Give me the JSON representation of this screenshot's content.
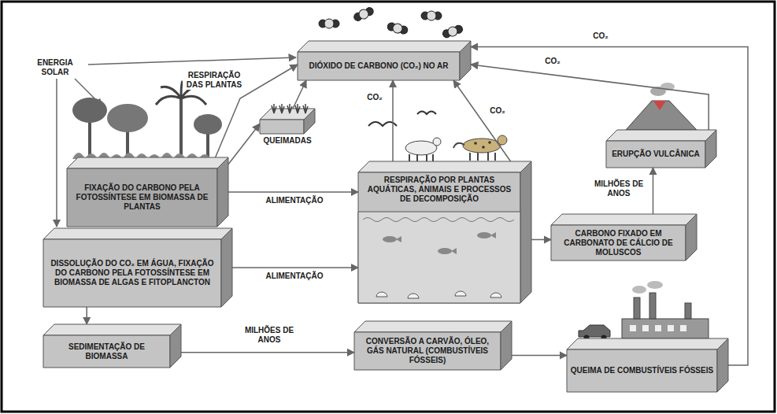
{
  "diagram": {
    "nodes": [
      {
        "text": [
          "DIÓXIDO DE CARBONO (CO₂) NO AR"
        ]
      },
      {
        "text": [
          "FIXAÇÃO DO CARBONO PELA FOTOSSÍNTESE EM BIOMASSA DE PLANTAS"
        ]
      },
      {
        "text": [
          "QUEIMADAS"
        ]
      },
      {
        "text": [
          "RESPIRAÇÃO POR PLANTAS AQUÁTICAS, ANIMAIS E PROCESSOS DE DECOMPOSIÇÃO"
        ]
      },
      {
        "text": [
          "ERUPÇÃO VULCÂNICA"
        ]
      },
      {
        "text": [
          "DISSOLUÇÃO DO CO₂ EM ÁGUA, FIXAÇÃO DO CARBONO PELA FOTOSSÍNTESE EM BIOMASSA DE ALGAS E FITOPLANCTON"
        ]
      },
      {
        "text": [
          "CARBONO FIXADO EM CARBONATO DE CÁLCIO DE MOLUSCOS"
        ]
      },
      {
        "text": [
          "SEDIMENTAÇÃO DE BIOMASSA"
        ]
      },
      {
        "text": [
          "CONVERSÃO A CARVÃO, ÓLEO, GÁS NATURAL (COMBUSTÍVEIS FÓSSEIS)"
        ]
      },
      {
        "text": [
          "QUEIMA DE COMBUSTÍVEIS FÓSSEIS"
        ]
      }
    ],
    "edges": [
      {
        "from": 1,
        "to": 0,
        "arrow": "to",
        "label": "RESPIRAÇÃO DAS PLANTAS"
      },
      {
        "from": 1,
        "to": 2,
        "arrow": "to"
      },
      {
        "from": 2,
        "to": 0,
        "arrow": "to"
      },
      {
        "from": 1,
        "to": 3,
        "arrow": "to",
        "label": "ALIMENTAÇÃO"
      },
      {
        "from": 3,
        "to": 0,
        "arrow": "to",
        "label": "CO₂"
      },
      {
        "from": 5,
        "to": 3,
        "arrow": "to",
        "label": "ALIMENTAÇÃO"
      },
      {
        "from": 3,
        "to": 0,
        "arrow": "to",
        "label": "CO₂"
      },
      {
        "from": 3,
        "to": 6,
        "arrow": "to"
      },
      {
        "from": 6,
        "to": 4,
        "arrow": "to",
        "label": "MILHÕES DE ANOS"
      },
      {
        "from": 4,
        "to": 0,
        "arrow": "to",
        "label": "CO₂"
      },
      {
        "from": 9,
        "to": 0,
        "arrow": "to",
        "label": "CO₂"
      },
      {
        "from": 5,
        "to": 7,
        "arrow": "to"
      },
      {
        "from": 7,
        "to": 8,
        "arrow": "to",
        "label": "MILHÕES DE ANOS"
      },
      {
        "from": 8,
        "to": 9,
        "arrow": "to"
      }
    ],
    "labels": [
      "ENERGIA SOLAR"
    ]
  }
}
